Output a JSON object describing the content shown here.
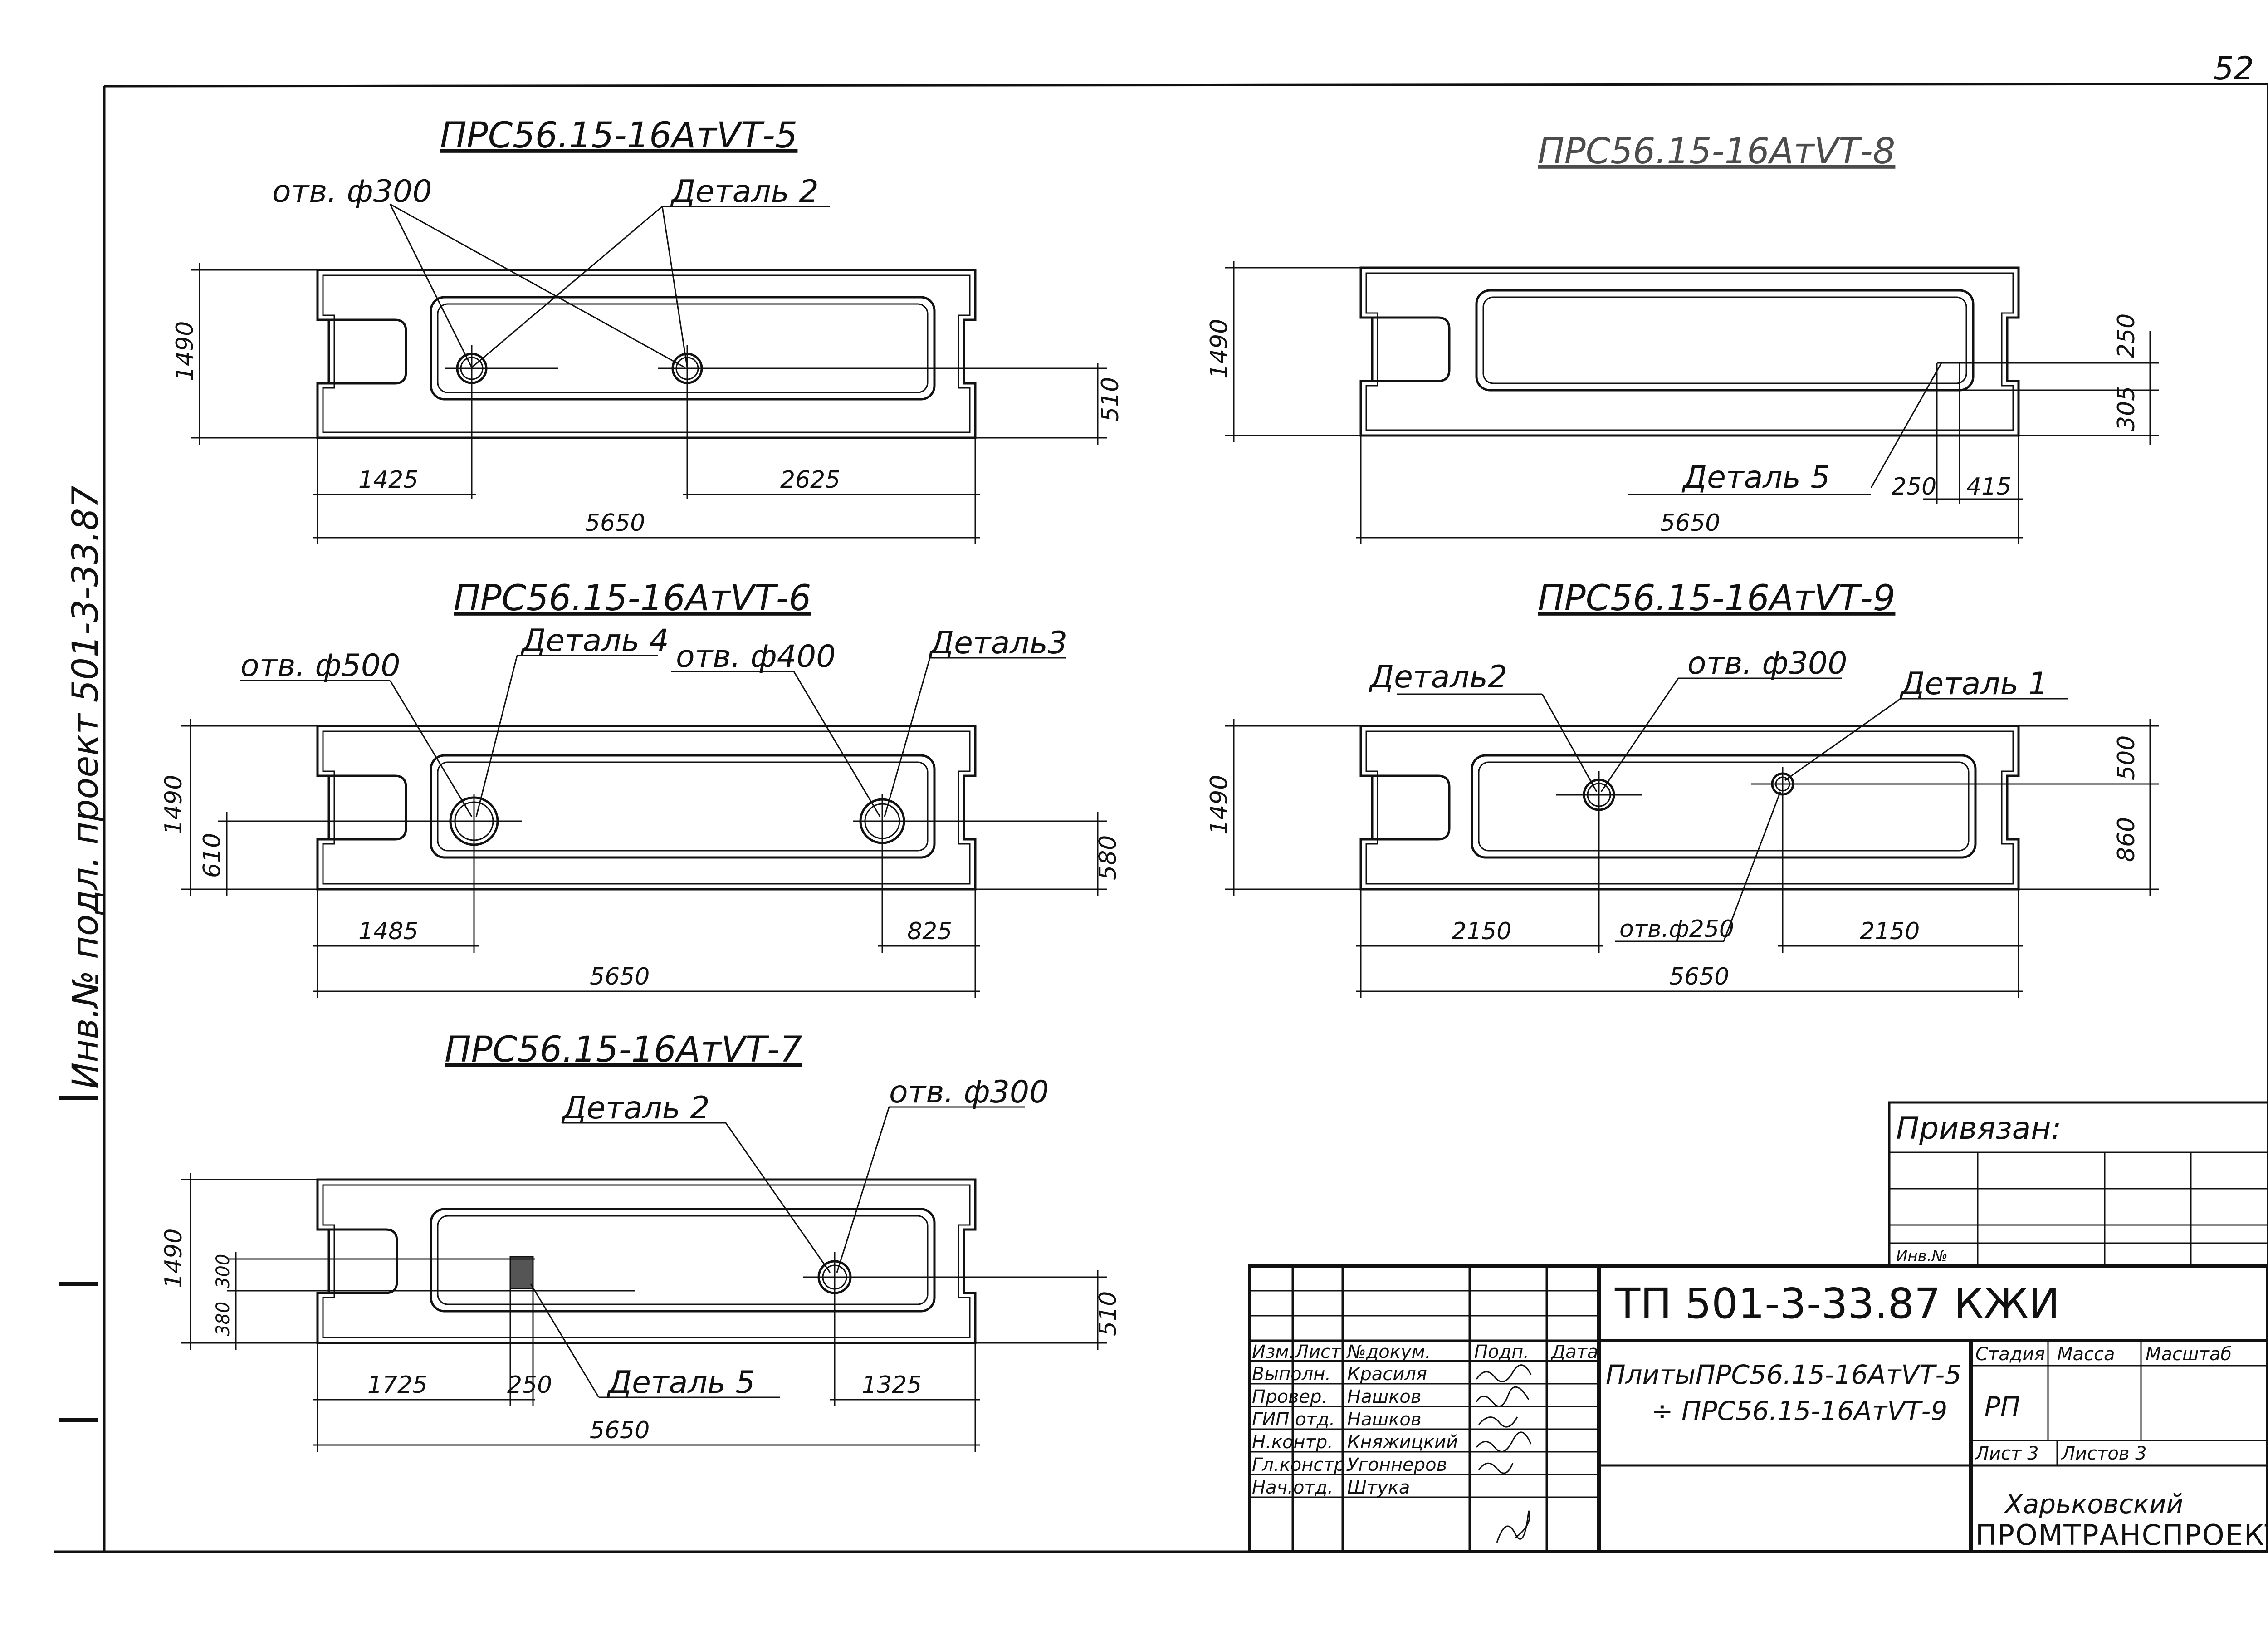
{
  "sheet_number": "52",
  "side_stamp": "Инв.№ подл. проект 501-3-33.87",
  "drawings": [
    {
      "title": "ПРС56.15-16АтVТ-5",
      "dims": {
        "height": "1490",
        "length": "5650",
        "a": "1425",
        "b": "2625",
        "c": "510"
      },
      "callouts": [
        "отв. ф300",
        "Деталь 2"
      ]
    },
    {
      "title": "ПРС56.15-16АтVТ-8",
      "dims": {
        "height": "1490",
        "length": "5650",
        "a": "250",
        "b": "415",
        "c": "250",
        "d": "305"
      },
      "callouts": [
        "Деталь 5"
      ]
    },
    {
      "title": "ПРС56.15-16АтVТ-6",
      "dims": {
        "height": "1490",
        "length": "5650",
        "a": "1485",
        "b": "825",
        "c": "610",
        "d": "580"
      },
      "callouts": [
        "отв. ф500",
        "Деталь 4",
        "отв. ф400",
        "Деталь3"
      ]
    },
    {
      "title": "ПРС56.15-16АтVТ-9",
      "dims": {
        "height": "1490",
        "length": "5650",
        "a": "2150",
        "b": "2150",
        "c": "500",
        "d": "860"
      },
      "callouts": [
        "Деталь2",
        "отв. ф300",
        "Деталь 1",
        "отв.ф250"
      ]
    },
    {
      "title": "ПРС56.15-16АтVТ-7",
      "dims": {
        "height": "1490",
        "length": "5650",
        "a": "1725",
        "b": "250",
        "c": "1325",
        "d": "380",
        "e": "300",
        "f": "510"
      },
      "callouts": [
        "Деталь 2",
        "отв. ф300",
        "Деталь 5"
      ]
    }
  ],
  "binding_box": {
    "title": "Привязан:",
    "inv_label": "Инв.№"
  },
  "title_block": {
    "doc_code": "ТП 501-3-33.87 КЖИ",
    "headers": {
      "izm": "Изм.",
      "list": "Лист",
      "doc": "№докум.",
      "sign": "Подп.",
      "date": "Дата"
    },
    "roles": [
      "Выполн.",
      "Провер.",
      "ГИП отд.",
      "Н.контр.",
      "Гл.констр.",
      "Нач.отд."
    ],
    "names": [
      "Красиля",
      "Нашков",
      "Нашков",
      "Княжицкий",
      "Угоннеров",
      "Штука"
    ],
    "description_1": "ПлитыПРС56.15-16АтVТ-5",
    "description_2": "÷ ПРС56.15-16АтVТ-9",
    "stage_label": "Стадия",
    "mass_label": "Масса",
    "scale_label": "Масштаб",
    "stage_value": "РП",
    "sheet_label": "Лист 3",
    "sheets_label": "Листов 3",
    "org_1": "Харьковский",
    "org_2": "ПРОМТРАНСПРОЕКТ"
  }
}
